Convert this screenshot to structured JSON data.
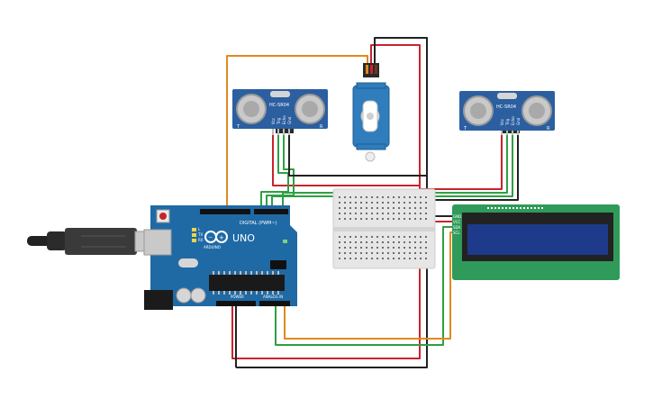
{
  "board": {
    "logo_text": "UNO",
    "brand_text": "ARDUINO",
    "digital_header": "DIGITAL (PWM~)",
    "power_label": "POWER",
    "analog_label": "ANALOG IN",
    "tx_label": "TX",
    "rx_label": "RX",
    "l_label": "L"
  },
  "sensor_left": {
    "model": "HC-SR04",
    "pins": [
      "Vcc",
      "Trig",
      "Echo",
      "Gnd"
    ],
    "left_mark": "T",
    "right_mark": "R"
  },
  "sensor_right": {
    "model": "HC-SR04",
    "pins": [
      "Vcc",
      "Trig",
      "Echo",
      "Gnd"
    ],
    "left_mark": "T",
    "right_mark": "R"
  },
  "lcd": {
    "pins": [
      "GND",
      "VCC",
      "SDA",
      "SCL"
    ]
  },
  "colors": {
    "board": "#1f6aa5",
    "sensor": "#2b5fa0",
    "lcd_pcb": "#2f9a5a",
    "lcd_screen": "#1e3a8a",
    "servo": "#2f7dbd",
    "breadboard": "#e6e6e6",
    "wire_red": "#c8232c",
    "wire_black": "#222222",
    "wire_green": "#2ea043",
    "wire_orange": "#e08a1e"
  }
}
